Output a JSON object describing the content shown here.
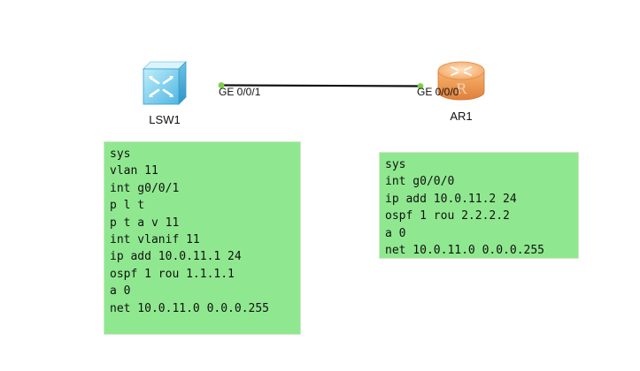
{
  "colors": {
    "note_background": "#8fe88f",
    "link_color": "#111111",
    "port_dot": "#7bd14a",
    "switch_body": "#7fd0ee",
    "router_body": "#f3a25a"
  },
  "devices": {
    "switch": {
      "label": "LSW1",
      "icon": "switch-icon",
      "port": "GE 0/0/1"
    },
    "router": {
      "label": "AR1",
      "icon": "router-icon",
      "port": "GE 0/0/0"
    }
  },
  "notes": {
    "switch_config": [
      "sys",
      "vlan 11",
      "int g0/0/1",
      "p l t",
      "p t a v 11",
      "int vlanif 11",
      "ip add 10.0.11.1 24",
      "ospf 1 rou 1.1.1.1",
      "a 0",
      "net 10.0.11.0 0.0.0.255"
    ],
    "router_config": [
      "sys",
      "int g0/0/0",
      "ip add 10.0.11.2 24",
      "ospf 1 rou 2.2.2.2",
      "a 0",
      "net 10.0.11.0 0.0.0.255"
    ]
  }
}
